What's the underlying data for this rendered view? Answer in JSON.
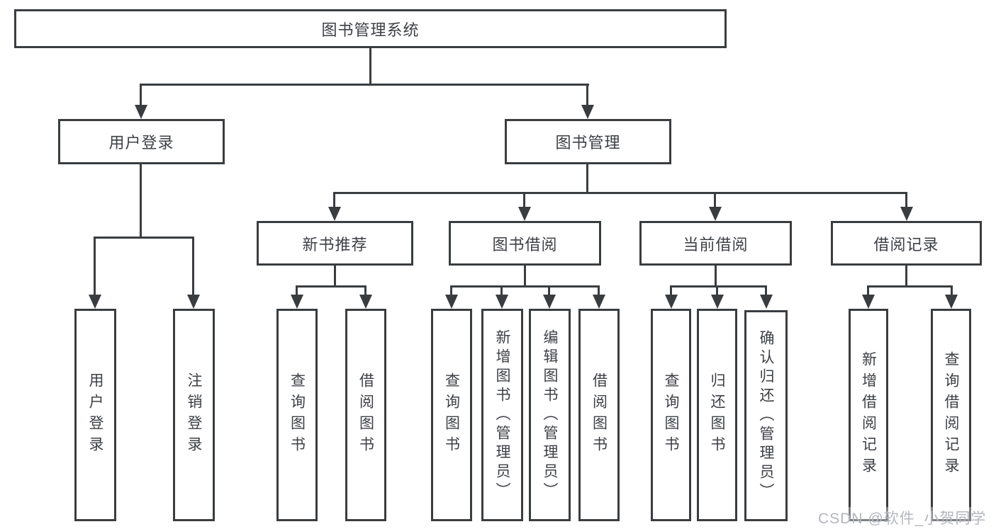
{
  "title": "图书管理系统",
  "level2": {
    "left": "用户登录",
    "right": "图书管理"
  },
  "user_group": {
    "children": [
      "用户登录",
      "注销登录"
    ]
  },
  "book_sections": [
    {
      "label": "新书推荐",
      "children": [
        "查询图书",
        "借阅图书"
      ]
    },
    {
      "label": "图书借阅",
      "children": [
        "查询图书",
        "新增图书（管理员）",
        "编辑图书（管理员）",
        "借阅图书"
      ]
    },
    {
      "label": "当前借阅",
      "children": [
        "查询图书",
        "归还图书",
        "确认归还（管理员）"
      ]
    },
    {
      "label": "借阅记录",
      "children": [
        "新增借阅记录",
        "查询借阅记录"
      ]
    }
  ],
  "watermark": "CSDN @软件_小贺同学",
  "colors": {
    "line": "#3a3d40",
    "text": "#3d4045",
    "watermark": "#b3b6bc",
    "background": "#ffffff"
  }
}
